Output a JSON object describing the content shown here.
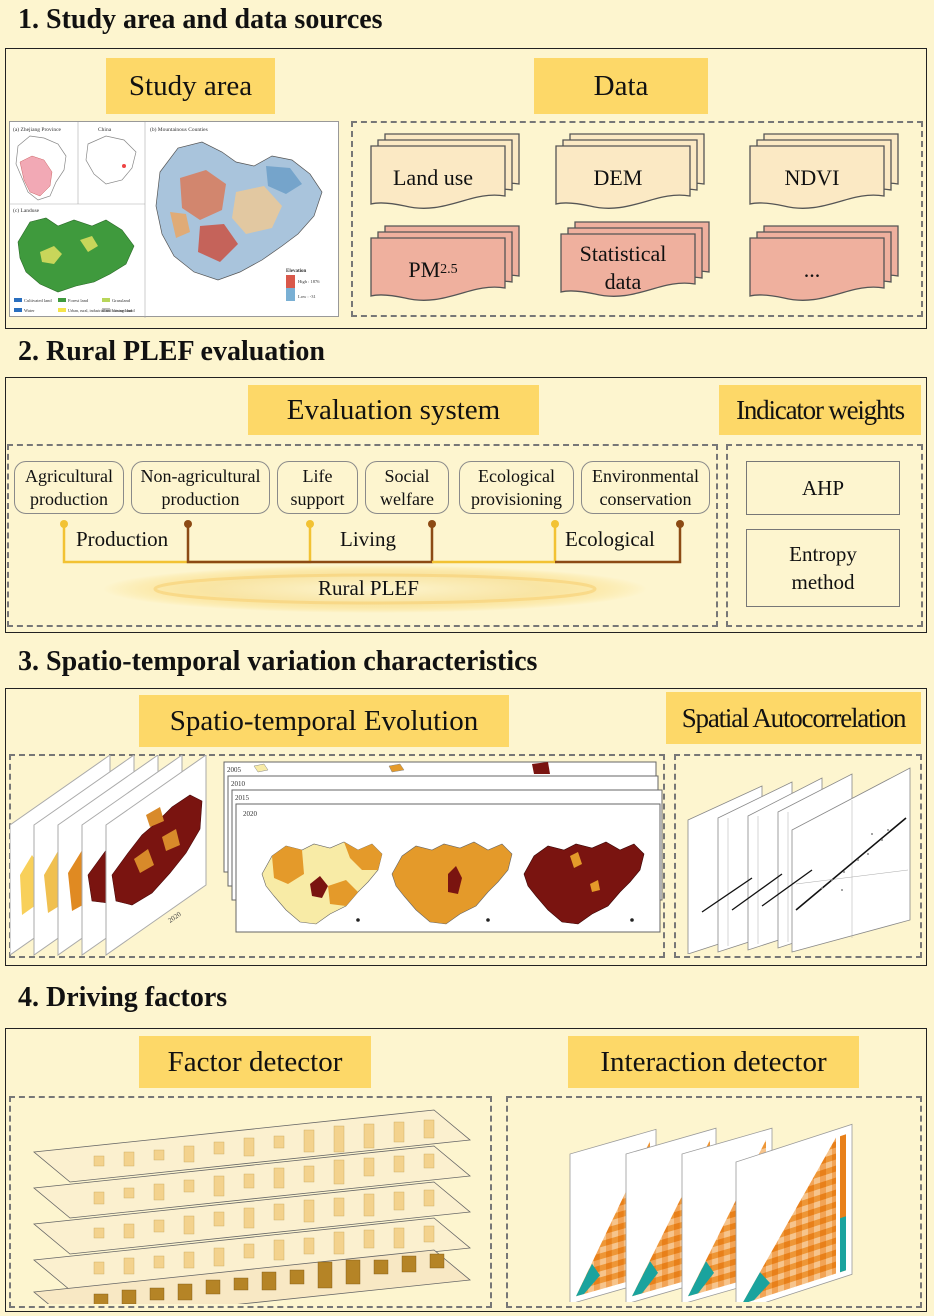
{
  "sections": {
    "s1": "1. Study area and data sources",
    "s2": "2. Rural PLEF evaluation",
    "s3": "3. Spatio-temporal variation characteristics",
    "s4": "4. Driving factors"
  },
  "study_area": {
    "label": "Study area",
    "map_labels": {
      "panel_a": "(a)  Zhejiang Province",
      "panel_china": "China",
      "panel_b": "(b)  Mountainous Counties",
      "panel_c": "(c)  Landuse",
      "legend_title": "Elevation",
      "legend_high": "High : 1876",
      "legend_low": "Low : -31"
    },
    "landuse_legend": [
      "Cultivated land",
      "Forest land",
      "Grassland",
      "Water",
      "Urban, rural, industrial and mining land",
      "Unused land"
    ]
  },
  "data": {
    "label": "Data",
    "items": [
      "Land use",
      "DEM",
      "NDVI",
      "PM",
      "Statistical data",
      "..."
    ],
    "pm_subscript": "2.5"
  },
  "evaluation": {
    "label": "Evaluation system",
    "functions": [
      "Agricultural production",
      "Non-agricultural production",
      "Life support",
      "Social welfare",
      "Ecological provisioning",
      "Environmental conservation"
    ],
    "categories": [
      "Production",
      "Living",
      "Ecological"
    ],
    "center": "Rural PLEF"
  },
  "weights": {
    "label": "Indicator weights",
    "methods": [
      "AHP",
      "Entropy method"
    ]
  },
  "evolution": {
    "label": "Spatio-temporal Evolution",
    "years": [
      "2005",
      "2010",
      "2015",
      "2020"
    ],
    "front_year": "2020"
  },
  "autocorrelation": {
    "label": "Spatial Autocorrelation"
  },
  "factor": {
    "label": "Factor detector"
  },
  "interaction": {
    "label": "Interaction detector"
  },
  "colors": {
    "background": "#fdf5cf",
    "label_fill": "#fdd868",
    "doc_cream": "#fbe9c4",
    "doc_pink": "#efb09e",
    "map_light": "#f8eba6",
    "map_mid": "#e49a2a",
    "map_dark": "#7a1410",
    "production_line": "#f2c233",
    "living_line": "#8c4a14",
    "heat_orange": "#ea8a1c",
    "heat_teal": "#1aa39e"
  }
}
